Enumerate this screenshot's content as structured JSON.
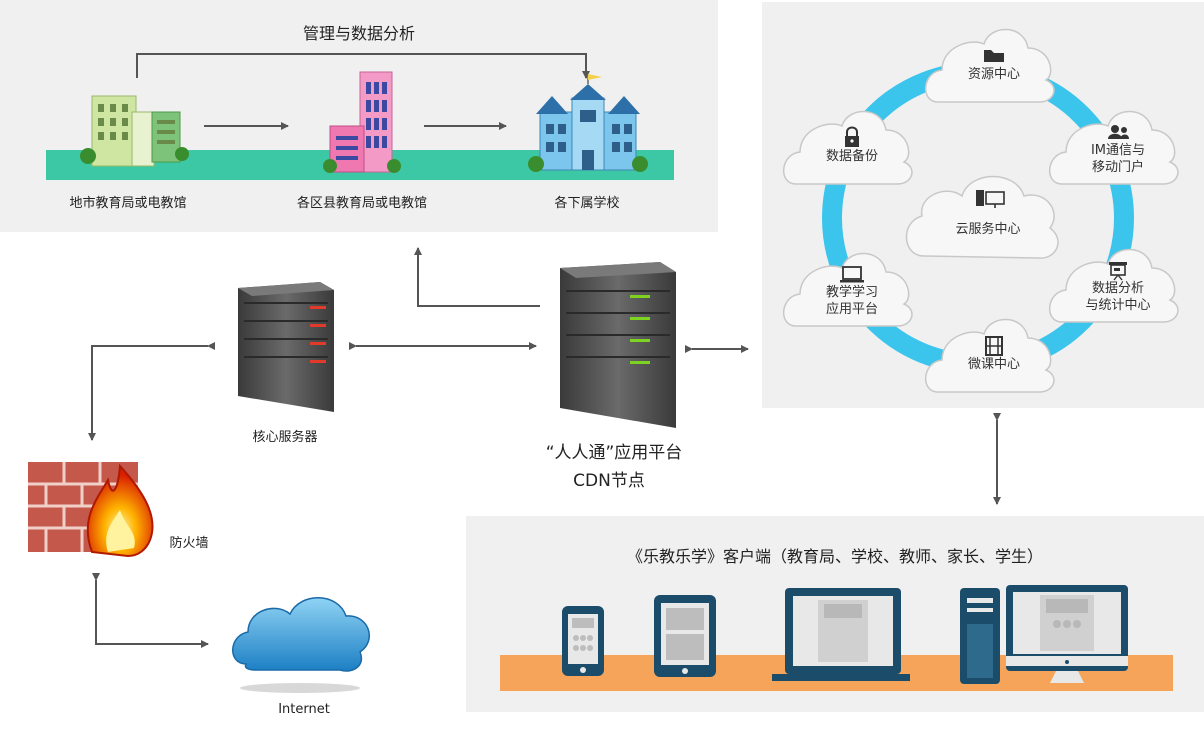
{
  "top_panel": {
    "title": "管理与数据分析",
    "nodes": [
      {
        "label": "地市教育局或电教馆"
      },
      {
        "label": "各区县教育局或电教馆"
      },
      {
        "label": "各下属学校"
      }
    ]
  },
  "servers": {
    "core": {
      "label": "核心服务器"
    },
    "cdn": {
      "label_line1": "“人人通”应用平台",
      "label_line2": "CDN节点"
    }
  },
  "firewall": {
    "label": "防火墙"
  },
  "internet": {
    "label": "Internet"
  },
  "cloud_panel": {
    "center": "云服务中心",
    "nodes": [
      {
        "lines": [
          "资源中心"
        ],
        "icon": "folder-icon"
      },
      {
        "lines": [
          "IM通信与",
          "移动门户"
        ],
        "icon": "users-icon"
      },
      {
        "lines": [
          "数据分析",
          "与统计中心"
        ],
        "icon": "presentation-icon"
      },
      {
        "lines": [
          "微课中心"
        ],
        "icon": "film-icon"
      },
      {
        "lines": [
          "教学学习",
          "应用平台"
        ],
        "icon": "laptop-icon"
      },
      {
        "lines": [
          "数据备份"
        ],
        "icon": "lock-icon"
      }
    ]
  },
  "client_panel": {
    "title": "《乐教乐学》客户端（教育局、学校、教师、家长、学生）"
  },
  "colors": {
    "ring": "#3cc5ec",
    "ground_green": "#3cc8a4",
    "shelf_orange": "#f5a45a",
    "device_dark": "#1b4d6b",
    "panel_bg": "#f0f0f0",
    "arrow": "#555555"
  }
}
